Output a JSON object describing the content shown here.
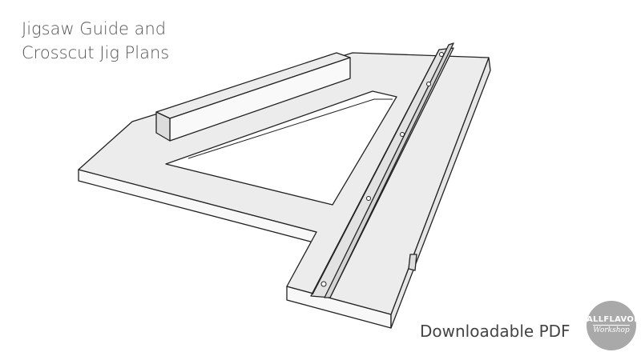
{
  "title": {
    "line1": "Jigsaw Guide and",
    "line2": "Crosscut Jig Plans"
  },
  "footer": {
    "label": "Downloadable PDF"
  },
  "logo": {
    "line1": "ALLFLAVOR",
    "line2": "Workshop"
  },
  "colors": {
    "top_face": "#ececec",
    "side_face": "#f7f7f7",
    "edge": "#222222",
    "logo": "#a9a9a9"
  }
}
